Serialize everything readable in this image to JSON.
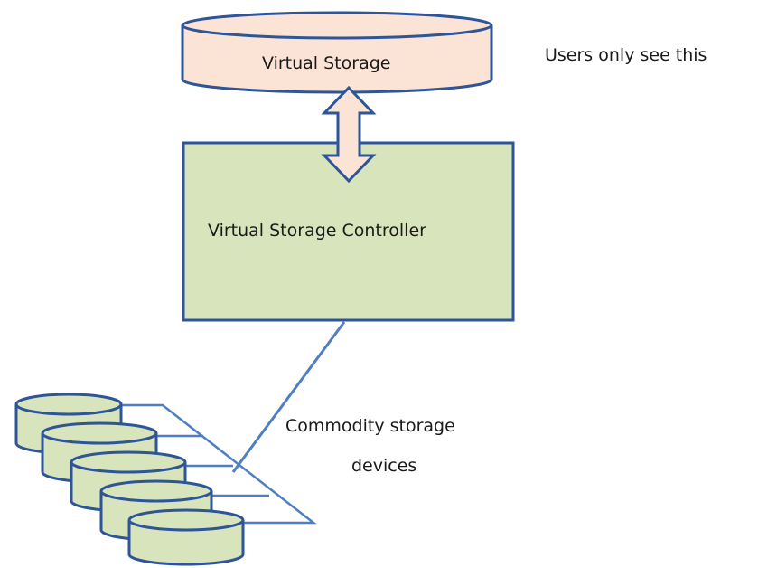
{
  "nodes": {
    "virtual_storage": {
      "label": "Virtual Storage"
    },
    "controller": {
      "label": "Virtual Storage Controller"
    },
    "commodity_devices": {
      "label_line1": "Commodity storage",
      "label_line2": "devices"
    }
  },
  "annotations": {
    "users_note": "Users only see this"
  },
  "colors": {
    "virtual_storage_fill": "#fbe3d6",
    "controller_fill": "#d8e4bc",
    "device_fill": "#d8e4bc",
    "outline": "#2e5597",
    "arrow_fill": "#fbe3d6"
  }
}
